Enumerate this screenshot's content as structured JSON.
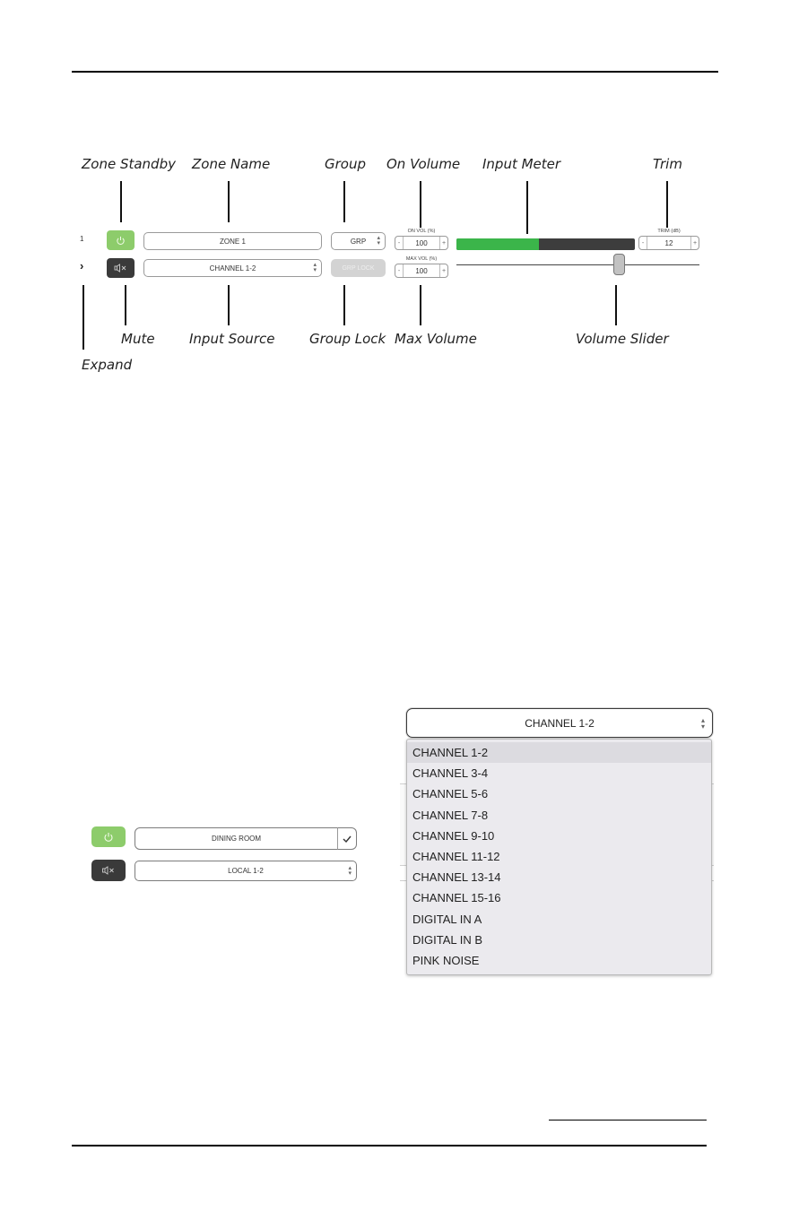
{
  "callouts": {
    "zone_standby": "Zone Standby",
    "zone_name": "Zone Name",
    "group": "Group",
    "on_volume": "On Volume",
    "input_meter": "Input Meter",
    "trim": "Trim",
    "mute": "Mute",
    "input_source": "Input Source",
    "group_lock": "Group Lock",
    "max_volume": "Max Volume",
    "volume_slider": "Volume Slider",
    "expand": "Expand"
  },
  "zone_row": {
    "zone_number": "1",
    "expand_glyph": "›",
    "zone_name": "ZONE 1",
    "group_select": "GRP",
    "group_lock_label": "GRP LOCK",
    "input_source": "CHANNEL 1-2",
    "on_vol_label": "ON VOL (%)",
    "on_vol_value": "100",
    "max_vol_label": "MAX VOL (%)",
    "max_vol_value": "100",
    "trim_label": "TRIM (dB)",
    "trim_value": "12",
    "minus": "-",
    "plus": "+",
    "input_meter_level": 0.46,
    "volume_slider_level": 0.67
  },
  "edit_example": {
    "zone_name": "DINING ROOM",
    "input_source": "LOCAL 1-2"
  },
  "source_dropdown": {
    "selected": "CHANNEL 1-2",
    "options": [
      "CHANNEL 1-2",
      "CHANNEL 3-4",
      "CHANNEL 5-6",
      "CHANNEL 7-8",
      "CHANNEL 9-10",
      "CHANNEL 11-12",
      "CHANNEL 13-14",
      "CHANNEL 15-16",
      "DIGITAL IN A",
      "DIGITAL IN B",
      "PINK NOISE"
    ]
  },
  "colors": {
    "standby_green": "#8dcc6b",
    "mute_dark": "#3a3a3a",
    "meter_green": "#3bb54a",
    "meter_track": "#3d3d3d"
  }
}
